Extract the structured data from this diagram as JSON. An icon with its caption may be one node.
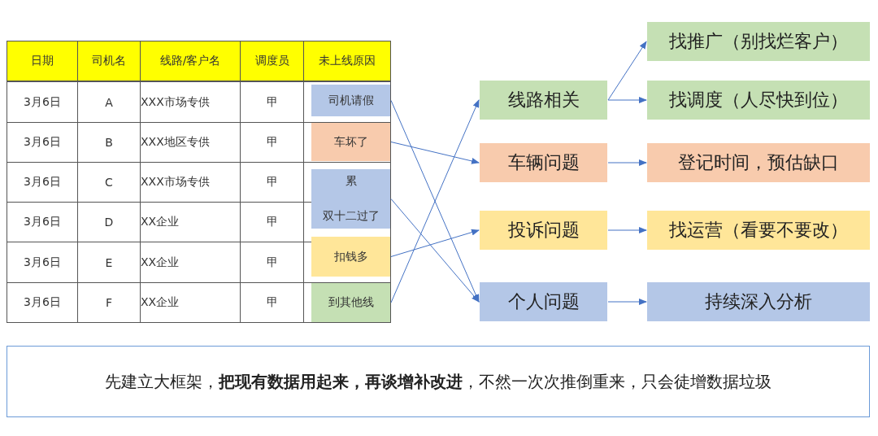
{
  "diagram": {
    "nodes": [
      {
        "text": [
          "司机请假"
        ]
      },
      {
        "text": [
          "车坏了"
        ]
      },
      {
        "text": [
          "累",
          "双十二过了"
        ]
      },
      {
        "text": [
          "扣钱多"
        ]
      },
      {
        "text": [
          "到其他线"
        ]
      },
      {
        "text": [
          "线路相关"
        ]
      },
      {
        "text": [
          "车辆问题"
        ]
      },
      {
        "text": [
          "投诉问题"
        ]
      },
      {
        "text": [
          "个人问题"
        ]
      },
      {
        "text": [
          "找推广（别找烂客户）"
        ]
      },
      {
        "text": [
          "找调度（人尽快到位）"
        ]
      },
      {
        "text": [
          "登记时间，预估缺口"
        ]
      },
      {
        "text": [
          "找运营（看要不要改）"
        ]
      },
      {
        "text": [
          "持续深入分析"
        ]
      },
      {
        "text": [
          "先建立大框架，**把现有数据用起来，再谈增补改进**，不然一次次推倒重来，只会徒增数据垃圾"
        ]
      }
    ],
    "edges": [
      {
        "from": 0,
        "to": 8,
        "arrow": "to"
      },
      {
        "from": 1,
        "to": 6,
        "arrow": "to"
      },
      {
        "from": 2,
        "to": 8,
        "arrow": "to"
      },
      {
        "from": 3,
        "to": 7,
        "arrow": "to"
      },
      {
        "from": 4,
        "to": 5,
        "arrow": "to"
      },
      {
        "from": 5,
        "to": 9,
        "arrow": "to"
      },
      {
        "from": 5,
        "to": 10,
        "arrow": "to"
      },
      {
        "from": 6,
        "to": 11,
        "arrow": "to"
      },
      {
        "from": 7,
        "to": 12,
        "arrow": "to"
      },
      {
        "from": 8,
        "to": 13,
        "arrow": "to"
      }
    ],
    "labels": [
      "日期",
      "司机名",
      "线路/客户名",
      "调度员",
      "未上线原因",
      "3月6日",
      "A",
      "XXX市场专供",
      "甲",
      "3月6日",
      "B",
      "XXX地区专供",
      "甲",
      "3月6日",
      "C",
      "XXX市场专供",
      "甲",
      "3月6日",
      "D",
      "XX企业",
      "甲",
      "3月6日",
      "E",
      "XX企业",
      "甲",
      "3月6日",
      "F",
      "XX企业",
      "甲"
    ]
  }
}
